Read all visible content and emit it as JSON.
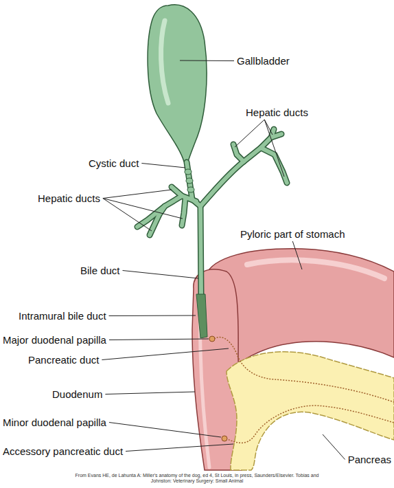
{
  "diagram": {
    "caption": "From Evans HE, de Lahunta A: Miller's anatomy of the dog, ed 4, St Louis, in press, Saunders/Elsevier. Tobias and Johnston: Veterinary Surgery: Small Animal",
    "labels": [
      "Gallbladder",
      "Hepatic ducts",
      "Cystic duct",
      "Hepatic ducts",
      "Pyloric part of stomach",
      "Bile duct",
      "Intramural bile duct",
      "Major duodenal papilla",
      "Pancreatic duct",
      "Duodenum",
      "Minor duodenal papilla",
      "Accessory pancreatic duct",
      "Pancreas"
    ]
  }
}
